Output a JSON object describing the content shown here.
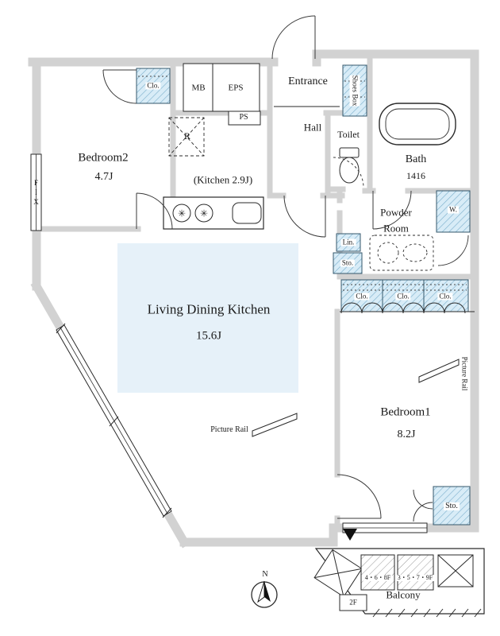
{
  "rooms": {
    "bedroom2": {
      "name": "Bedroom2",
      "size": "4.7J"
    },
    "kitchen": {
      "label": "(Kitchen 2.9J)"
    },
    "ldk": {
      "name": "Living Dining Kitchen",
      "size": "15.6J"
    },
    "bedroom1": {
      "name": "Bedroom1",
      "size": "8.2J"
    },
    "bath": {
      "name": "Bath",
      "size": "1416"
    },
    "toilet": {
      "name": "Toilet"
    },
    "powder_room": {
      "line1": "Powder",
      "line2": "Room"
    },
    "entrance": {
      "name": "Entrance"
    },
    "hall": {
      "name": "Hall"
    },
    "balcony": {
      "name": "Balcony"
    }
  },
  "fixtures": {
    "meter_box": "MB",
    "pipe_shaft_eps": "EPS",
    "pipe_shaft_ps": "PS",
    "shoes_box": "Shoes Box",
    "refrigerator": "R",
    "washer": "W.",
    "linen": "Lin.",
    "storage": "Sto.",
    "closet": "Clo.",
    "fix_window": "FIX",
    "picture_rail": "Picture Rail"
  },
  "annotations": {
    "floors_a": "4・6・8F",
    "floors_b": "3・5・7・9F",
    "floor_2": "2F",
    "north": "N"
  },
  "colors": {
    "wall": "#d2d2d2",
    "closet_fill": "#d8ecf7",
    "closet_hatch": "#79aecb",
    "floor_fill": "#e6f1f9",
    "line": "#2a2a2a"
  }
}
